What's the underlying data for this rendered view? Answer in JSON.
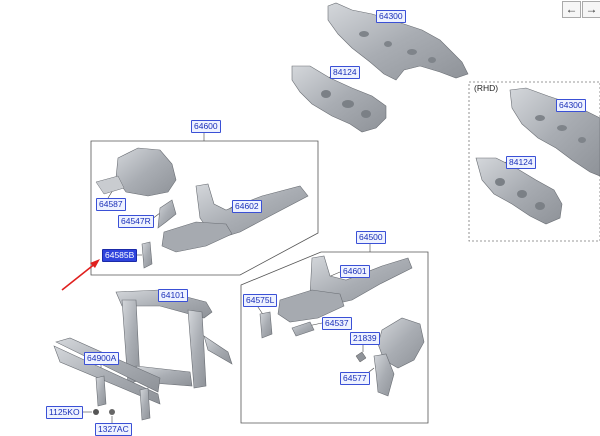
{
  "nav": {
    "back_glyph": "←",
    "forward_glyph": "→"
  },
  "rhd_label": "(RHD)",
  "labels": {
    "p64300_a": "64300",
    "p84124_a": "84124",
    "p64300_b": "64300",
    "p84124_b": "84124",
    "p64600": "64600",
    "p64587": "64587",
    "p64547r": "64547R",
    "p64602": "64602",
    "p64585b": "64585B",
    "p64500": "64500",
    "p64601": "64601",
    "p64575l": "64575L",
    "p64537": "64537",
    "p21839": "21839",
    "p64577": "64577",
    "p64101": "64101",
    "p64900a": "64900A",
    "p1125ko": "1125KO",
    "p1327ac": "1327AC"
  },
  "selected_part": "64585B",
  "colors": {
    "label_text": "#1a2fb8",
    "label_border": "#3a50d6",
    "selected_fill": "#2f44dd",
    "arrow": "#e0201e",
    "part_fill": "#b9bdc2"
  }
}
